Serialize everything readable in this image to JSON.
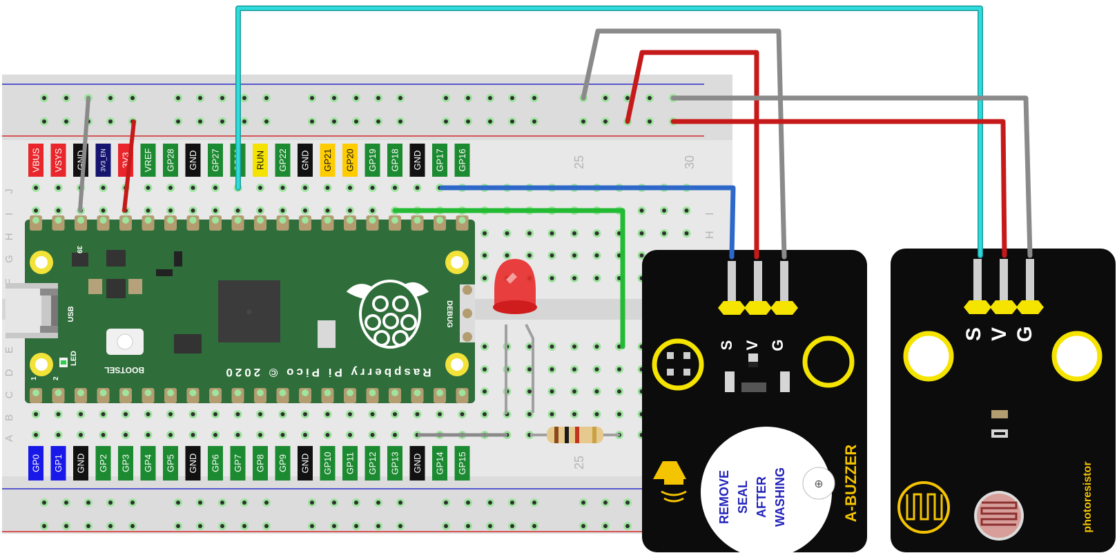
{
  "board": {
    "top_pins": [
      "VBUS",
      "VSYS",
      "GND",
      "3V3_EN",
      "3V3",
      "VREF",
      "GP28",
      "GND",
      "GP27",
      "GP26",
      "RUN",
      "GP22",
      "GND",
      "GP21",
      "GP20",
      "GP19",
      "GP18",
      "GND",
      "GP17",
      "GP16"
    ],
    "bottom_pins": [
      "GP0",
      "GP1",
      "GND",
      "GP2",
      "GP3",
      "GP4",
      "GP5",
      "GND",
      "GP6",
      "GP7",
      "GP8",
      "GP9",
      "GND",
      "GP10",
      "GP11",
      "GP12",
      "GP13",
      "GND",
      "GP14",
      "GP15"
    ],
    "usb_label": "USB",
    "led_label": "LED",
    "bootsel_label": "BOOTSEL",
    "debug_label": "DEBUG",
    "brand_label": "Raspberry Pi Pico © 2020",
    "pin39_label": "39",
    "pin1_label": "1",
    "pin2_label": "2"
  },
  "breadboard": {
    "col_labels": [
      "25",
      "30",
      "25"
    ],
    "row_labels_right": [
      "I",
      "H"
    ],
    "row_labels_left": [
      "J",
      "I",
      "H",
      "G",
      "F",
      "E",
      "D",
      "C",
      "B",
      "A"
    ]
  },
  "buzzer_module": {
    "name": "A-BUZZER",
    "pins": [
      "S",
      "V",
      "G"
    ],
    "seal_text": [
      "REMOVE",
      "SEAL",
      "AFTER",
      "WASHING"
    ]
  },
  "photoresistor_module": {
    "name": "photoresistor",
    "pins": [
      "S",
      "V",
      "G"
    ]
  },
  "colors": {
    "pcb_green": "#2f6e3a",
    "module_black": "#0c0c0c",
    "pin_yellow": "#f5e400",
    "wire_cyan": "#25c6c6",
    "wire_red": "#c61a1a",
    "wire_gray": "#8a8a8a",
    "wire_blue": "#2e68c8",
    "wire_green": "#22bb33",
    "label_red": "#e8262b",
    "label_navy": "#151570",
    "label_yellow": "#ffcc00",
    "label_pinyellow": "#f4e200",
    "label_green": "#1c8a30",
    "label_black": "#111111",
    "label_blue": "#1818e8"
  }
}
